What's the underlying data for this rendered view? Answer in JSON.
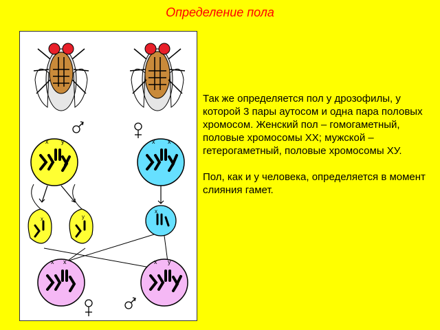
{
  "title": "Определение пола",
  "paragraphs": [
    "Так же определяется пол у дрозофилы, у которой 3 пары аутосом и одна пара половых хромосом. Женский пол – гомогаметный, половые хромосомы ХХ; мужской – гетерогаметный, половые хромосомы ХУ.",
    "Пол, как и у человека, определяется в момент слияния гамет."
  ],
  "figure": {
    "labels": {
      "x": "x",
      "y": "y"
    },
    "symbols": {
      "male": "male-symbol",
      "female": "female-symbol"
    },
    "colors": {
      "male_cell": "#ffff33",
      "female_cell": "#66e0ff",
      "zygote": "#f5b8f5",
      "eye": "#e8202a",
      "fly_body": "#c98a3a"
    }
  }
}
